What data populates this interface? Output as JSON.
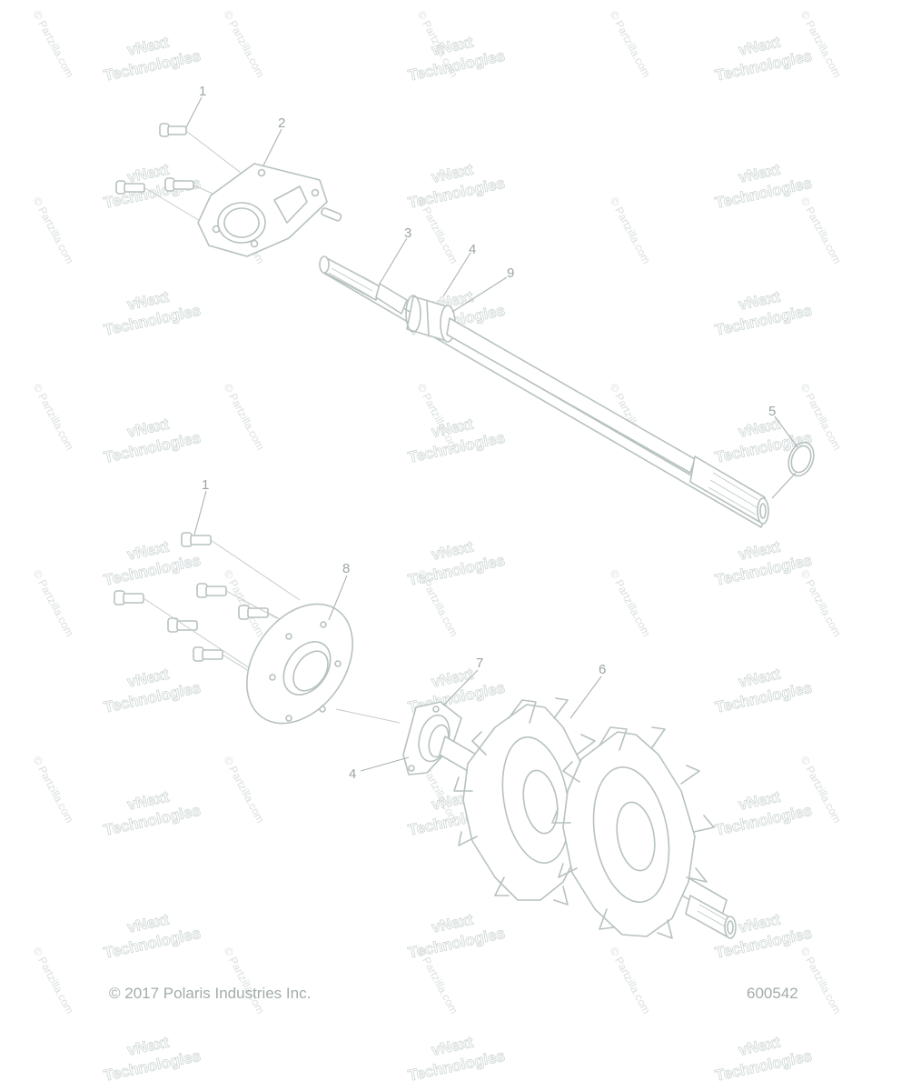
{
  "watermarks": {
    "brand_line1": "vNext",
    "brand_line2": "Technologies",
    "site": "© Partzilla.com"
  },
  "callouts": {
    "c1_top": "1",
    "c2": "2",
    "c3": "3",
    "c4_top": "4",
    "c9": "9",
    "c5": "5",
    "c1_bottom": "1",
    "c8": "8",
    "c7": "7",
    "c6": "6",
    "c4_bottom": "4"
  },
  "footer": {
    "copyright": "© 2017 Polaris Industries Inc.",
    "diagram_number": "600542"
  }
}
